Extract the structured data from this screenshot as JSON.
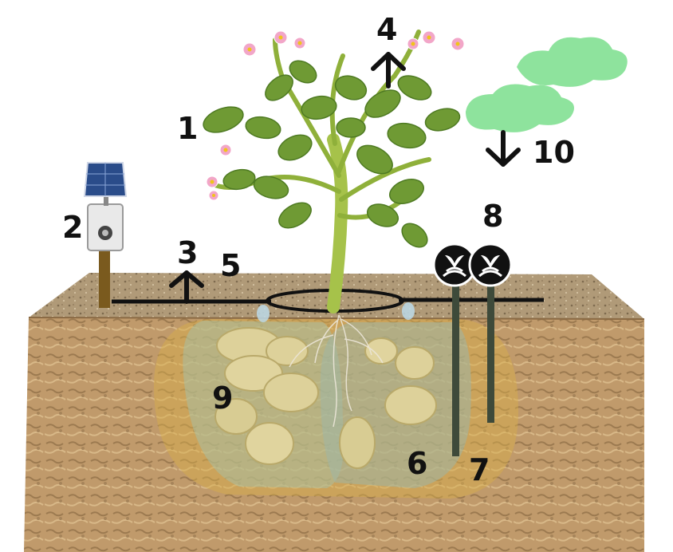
{
  "labels": {
    "n1": "1",
    "n2": "2",
    "n3": "3",
    "n4": "4",
    "n5": "5",
    "n6": "6",
    "n7": "7",
    "n8": "8",
    "n9": "9",
    "n10": "10"
  },
  "colors": {
    "soil_top": "#b49a73",
    "soil_side": "#bf9668",
    "soil_dark": "#8a6a44",
    "leaf": "#6f9a34",
    "leaf_dark": "#4e7a22",
    "stem": "#a6c24a",
    "tuber": "#ddd19a",
    "wet_zone_outer": "#d9b04a",
    "wet_zone_inner": "#9fb7a6",
    "cloud": "#8ee39d",
    "flower": "#f2a6c8",
    "pipe": "#111111",
    "probe": "#3e4a3a"
  },
  "icons": {
    "sensor_station": "solar-panel-icon",
    "probe_head": "plant-wifi-icon",
    "evaporation_arrow": "arrow-up-icon",
    "rain_arrow": "arrow-down-icon"
  }
}
